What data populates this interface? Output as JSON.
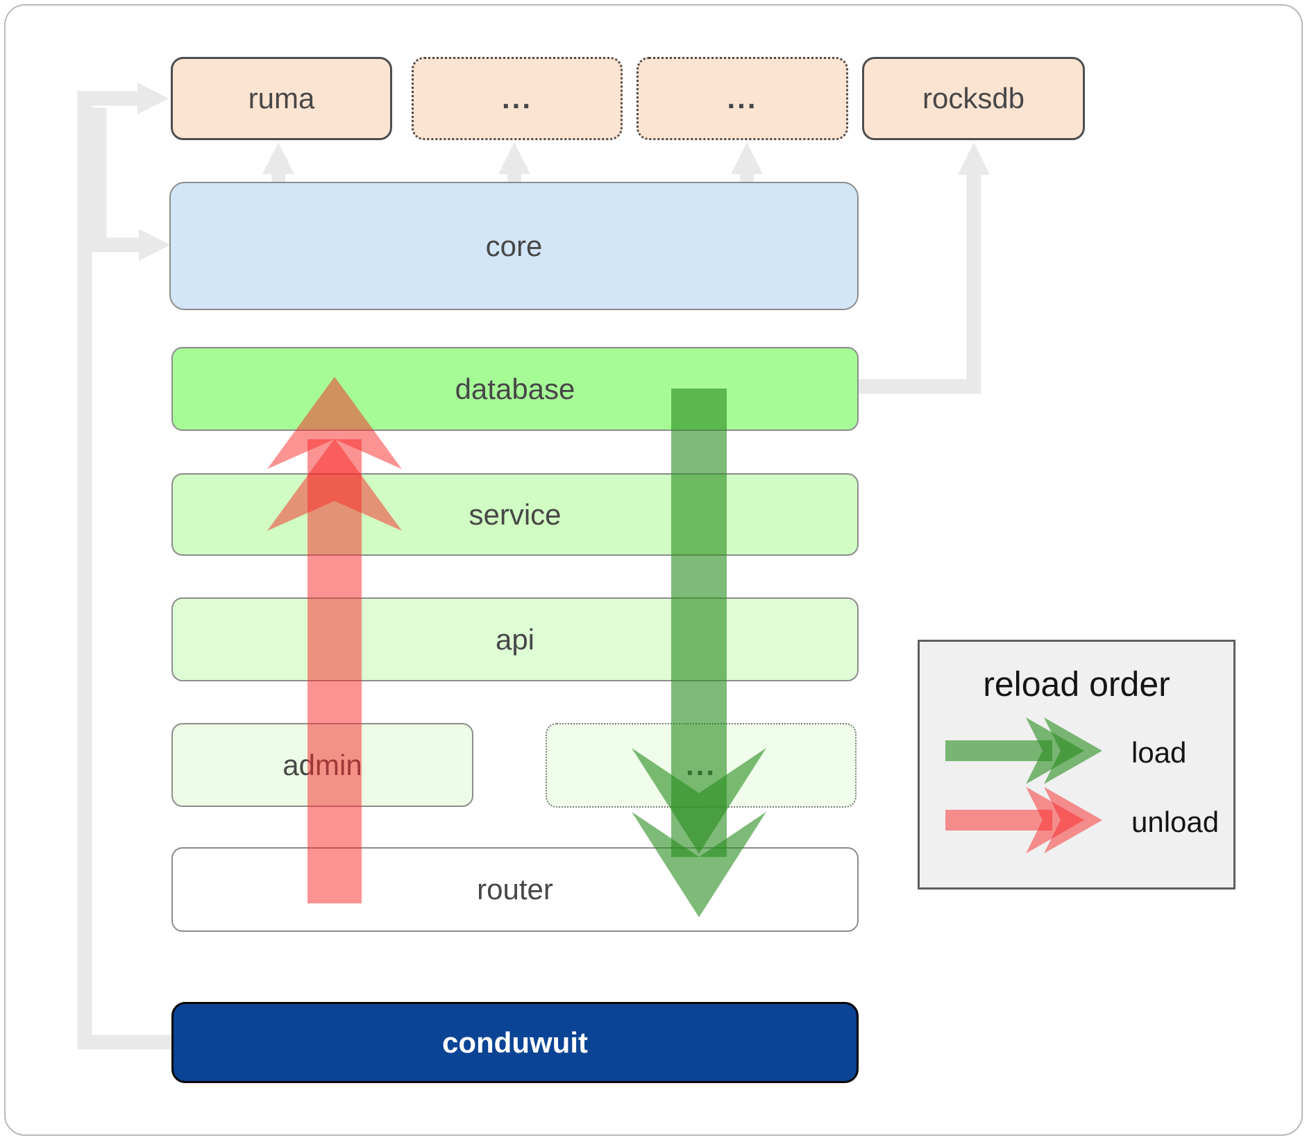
{
  "nodes": {
    "ruma": {
      "label": "ruma"
    },
    "ellipsis_top_1": {
      "label": "..."
    },
    "ellipsis_top_2": {
      "label": "..."
    },
    "rocksdb": {
      "label": "rocksdb"
    },
    "core": {
      "label": "core"
    },
    "database": {
      "label": "database"
    },
    "service": {
      "label": "service"
    },
    "api": {
      "label": "api"
    },
    "admin": {
      "label": "admin"
    },
    "ellipsis_bottom": {
      "label": "..."
    },
    "router": {
      "label": "router"
    },
    "conduwuit": {
      "label": "conduwuit"
    }
  },
  "legend": {
    "title": "reload order",
    "items": [
      {
        "label": "load",
        "color": "green"
      },
      {
        "label": "unload",
        "color": "red"
      }
    ]
  },
  "arrows": {
    "load_fill": "rgba(40,140,30,0.6)",
    "unload_fill": "rgba(247,39,39,0.5)",
    "connector_color": "#e9e9e9"
  },
  "colors": {
    "peach_node": "#fce4d2",
    "core_node": "#d3e6f8",
    "database_node": "#a6fb97",
    "service_node": "#d1fcc3",
    "api_node": "#dffdd5",
    "admin_node": "#ecfce6",
    "conduwuit_node": "#0c4495",
    "legend_bg": "#f0f0f0"
  },
  "edges": [
    {
      "from": "conduwuit",
      "to": "ruma",
      "style": "gray"
    },
    {
      "from": "conduwuit",
      "to": "core",
      "style": "gray"
    },
    {
      "from": "core",
      "to": "ruma",
      "style": "gray"
    },
    {
      "from": "core",
      "to": "ellipsis_top_1",
      "style": "gray"
    },
    {
      "from": "core",
      "to": "ellipsis_top_2",
      "style": "gray"
    },
    {
      "from": "database",
      "to": "rocksdb",
      "style": "gray"
    },
    {
      "from": "database",
      "to": "router",
      "style": "load"
    },
    {
      "from": "router",
      "to": "database",
      "style": "unload"
    }
  ]
}
